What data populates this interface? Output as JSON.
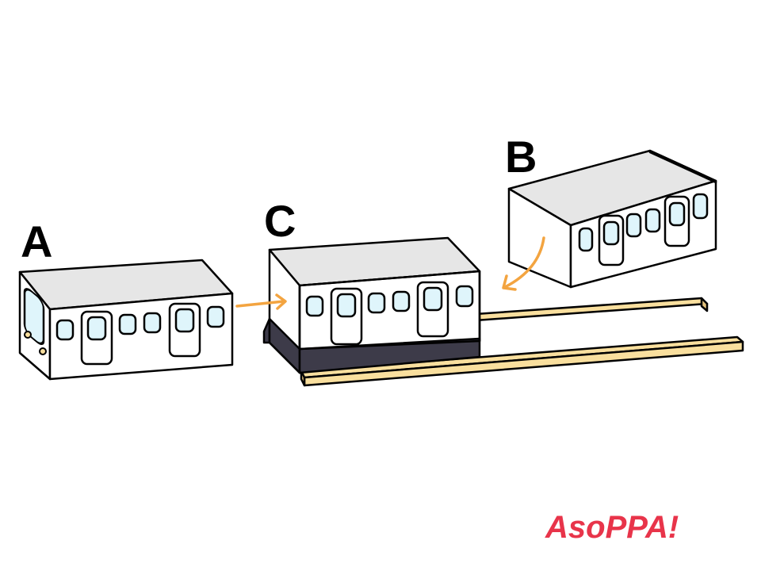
{
  "labels": {
    "a": "A",
    "b": "B",
    "c": "C"
  },
  "logo": {
    "text": "AsoPPA!"
  },
  "colors": {
    "window": "#dff5fb",
    "rail": "#f9df9e",
    "arrow": "#f3a440",
    "base": "#3d3b49",
    "interior": "#e6e6e6",
    "logo": "#e8344a"
  }
}
